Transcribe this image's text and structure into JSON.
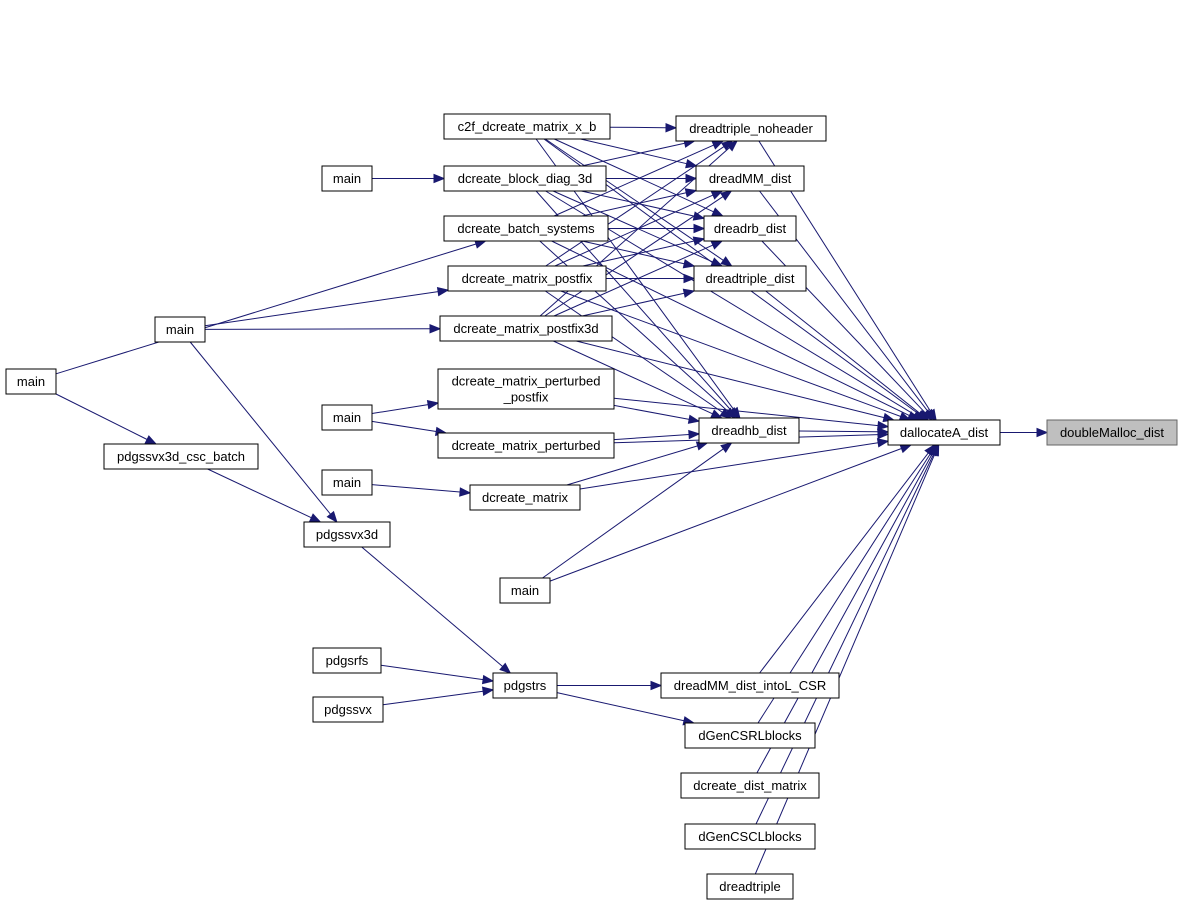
{
  "graph": {
    "root": "doubleMalloc_dist",
    "nodes": {
      "doubleMalloc_dist": {
        "lines": [
          "doubleMalloc_dist"
        ],
        "root": true
      },
      "dallocateA_dist": {
        "lines": [
          "dallocateA_dist"
        ]
      },
      "dreadtriple_noheader": {
        "lines": [
          "dreadtriple_noheader"
        ]
      },
      "dreadMM_dist": {
        "lines": [
          "dreadMM_dist"
        ]
      },
      "dreadrb_dist": {
        "lines": [
          "dreadrb_dist"
        ]
      },
      "dreadtriple_dist": {
        "lines": [
          "dreadtriple_dist"
        ]
      },
      "dreadhb_dist": {
        "lines": [
          "dreadhb_dist"
        ]
      },
      "dreadMM_dist_intoL_CSR": {
        "lines": [
          "dreadMM_dist_intoL_CSR"
        ]
      },
      "dGenCSRLblocks": {
        "lines": [
          "dGenCSRLblocks"
        ]
      },
      "dcreate_dist_matrix": {
        "lines": [
          "dcreate_dist_matrix"
        ]
      },
      "dGenCSCLblocks": {
        "lines": [
          "dGenCSCLblocks"
        ]
      },
      "dreadtriple": {
        "lines": [
          "dreadtriple"
        ]
      },
      "c2f_dcreate_matrix_x_b": {
        "lines": [
          "c2f_dcreate_matrix_x_b"
        ]
      },
      "dcreate_block_diag_3d": {
        "lines": [
          "dcreate_block_diag_3d"
        ]
      },
      "dcreate_batch_systems": {
        "lines": [
          "dcreate_batch_systems"
        ]
      },
      "dcreate_matrix_postfix": {
        "lines": [
          "dcreate_matrix_postfix"
        ]
      },
      "dcreate_matrix_postfix3d": {
        "lines": [
          "dcreate_matrix_postfix3d"
        ]
      },
      "dcreate_matrix_perturbed_postfix": {
        "lines": [
          "dcreate_matrix_perturbed",
          "_postfix"
        ]
      },
      "dcreate_matrix_perturbed": {
        "lines": [
          "dcreate_matrix_perturbed"
        ]
      },
      "dcreate_matrix": {
        "lines": [
          "dcreate_matrix"
        ]
      },
      "main_a": {
        "lines": [
          "main"
        ]
      },
      "main_b": {
        "lines": [
          "main"
        ]
      },
      "main_c": {
        "lines": [
          "main"
        ]
      },
      "main_d": {
        "lines": [
          "main"
        ]
      },
      "main_e": {
        "lines": [
          "main"
        ]
      },
      "main_f": {
        "lines": [
          "main"
        ]
      },
      "pdgssvx3d_csc_batch": {
        "lines": [
          "pdgssvx3d_csc_batch"
        ]
      },
      "pdgssvx3d": {
        "lines": [
          "pdgssvx3d"
        ]
      },
      "pdgstrs": {
        "lines": [
          "pdgstrs"
        ]
      },
      "pdgsrfs": {
        "lines": [
          "pdgsrfs"
        ]
      },
      "pdgssvx": {
        "lines": [
          "pdgssvx"
        ]
      }
    },
    "edges": [
      [
        "dallocateA_dist",
        "doubleMalloc_dist"
      ],
      [
        "dreadhb_dist",
        "dallocateA_dist"
      ],
      [
        "dreadtriple_noheader",
        "dallocateA_dist"
      ],
      [
        "dreadMM_dist",
        "dallocateA_dist"
      ],
      [
        "dreadrb_dist",
        "dallocateA_dist"
      ],
      [
        "dreadtriple_dist",
        "dallocateA_dist"
      ],
      [
        "dreadMM_dist_intoL_CSR",
        "dallocateA_dist"
      ],
      [
        "dGenCSRLblocks",
        "dallocateA_dist"
      ],
      [
        "dcreate_dist_matrix",
        "dallocateA_dist"
      ],
      [
        "dGenCSCLblocks",
        "dallocateA_dist"
      ],
      [
        "dreadtriple",
        "dallocateA_dist"
      ],
      [
        "c2f_dcreate_matrix_x_b",
        "dallocateA_dist"
      ],
      [
        "dcreate_block_diag_3d",
        "dallocateA_dist"
      ],
      [
        "dcreate_batch_systems",
        "dallocateA_dist"
      ],
      [
        "dcreate_matrix_postfix",
        "dallocateA_dist"
      ],
      [
        "dcreate_matrix_postfix3d",
        "dallocateA_dist"
      ],
      [
        "dcreate_matrix_perturbed_postfix",
        "dallocateA_dist"
      ],
      [
        "dcreate_matrix_perturbed",
        "dallocateA_dist"
      ],
      [
        "dcreate_matrix",
        "dallocateA_dist"
      ],
      [
        "main_e",
        "dallocateA_dist"
      ],
      [
        "c2f_dcreate_matrix_x_b",
        "dreadtriple_noheader"
      ],
      [
        "dcreate_block_diag_3d",
        "dreadtriple_noheader"
      ],
      [
        "dcreate_batch_systems",
        "dreadtriple_noheader"
      ],
      [
        "dcreate_matrix_postfix",
        "dreadtriple_noheader"
      ],
      [
        "dcreate_matrix_postfix3d",
        "dreadtriple_noheader"
      ],
      [
        "c2f_dcreate_matrix_x_b",
        "dreadMM_dist"
      ],
      [
        "dcreate_block_diag_3d",
        "dreadMM_dist"
      ],
      [
        "dcreate_batch_systems",
        "dreadMM_dist"
      ],
      [
        "dcreate_matrix_postfix",
        "dreadMM_dist"
      ],
      [
        "dcreate_matrix_postfix3d",
        "dreadMM_dist"
      ],
      [
        "c2f_dcreate_matrix_x_b",
        "dreadrb_dist"
      ],
      [
        "dcreate_block_diag_3d",
        "dreadrb_dist"
      ],
      [
        "dcreate_batch_systems",
        "dreadrb_dist"
      ],
      [
        "dcreate_matrix_postfix",
        "dreadrb_dist"
      ],
      [
        "dcreate_matrix_postfix3d",
        "dreadrb_dist"
      ],
      [
        "c2f_dcreate_matrix_x_b",
        "dreadtriple_dist"
      ],
      [
        "dcreate_block_diag_3d",
        "dreadtriple_dist"
      ],
      [
        "dcreate_batch_systems",
        "dreadtriple_dist"
      ],
      [
        "dcreate_matrix_postfix",
        "dreadtriple_dist"
      ],
      [
        "dcreate_matrix_postfix3d",
        "dreadtriple_dist"
      ],
      [
        "c2f_dcreate_matrix_x_b",
        "dreadhb_dist"
      ],
      [
        "dcreate_block_diag_3d",
        "dreadhb_dist"
      ],
      [
        "dcreate_batch_systems",
        "dreadhb_dist"
      ],
      [
        "dcreate_matrix_postfix",
        "dreadhb_dist"
      ],
      [
        "dcreate_matrix_postfix3d",
        "dreadhb_dist"
      ],
      [
        "dcreate_matrix_perturbed_postfix",
        "dreadhb_dist"
      ],
      [
        "dcreate_matrix_perturbed",
        "dreadhb_dist"
      ],
      [
        "dcreate_matrix",
        "dreadhb_dist"
      ],
      [
        "main_e",
        "dreadhb_dist"
      ],
      [
        "pdgstrs",
        "dreadMM_dist_intoL_CSR"
      ],
      [
        "pdgstrs",
        "dGenCSRLblocks"
      ],
      [
        "main_a",
        "dcreate_block_diag_3d"
      ],
      [
        "main_c",
        "dcreate_batch_systems"
      ],
      [
        "main_b",
        "dcreate_matrix_postfix"
      ],
      [
        "main_b",
        "dcreate_matrix_postfix3d"
      ],
      [
        "main_d",
        "dcreate_matrix_perturbed_postfix"
      ],
      [
        "main_d",
        "dcreate_matrix_perturbed"
      ],
      [
        "main_f",
        "dcreate_matrix"
      ],
      [
        "main_c",
        "pdgssvx3d_csc_batch"
      ],
      [
        "pdgssvx3d_csc_batch",
        "pdgssvx3d"
      ],
      [
        "main_b",
        "pdgssvx3d"
      ],
      [
        "pdgssvx3d",
        "pdgstrs"
      ],
      [
        "pdgsrfs",
        "pdgstrs"
      ],
      [
        "pdgssvx",
        "pdgstrs"
      ]
    ]
  }
}
